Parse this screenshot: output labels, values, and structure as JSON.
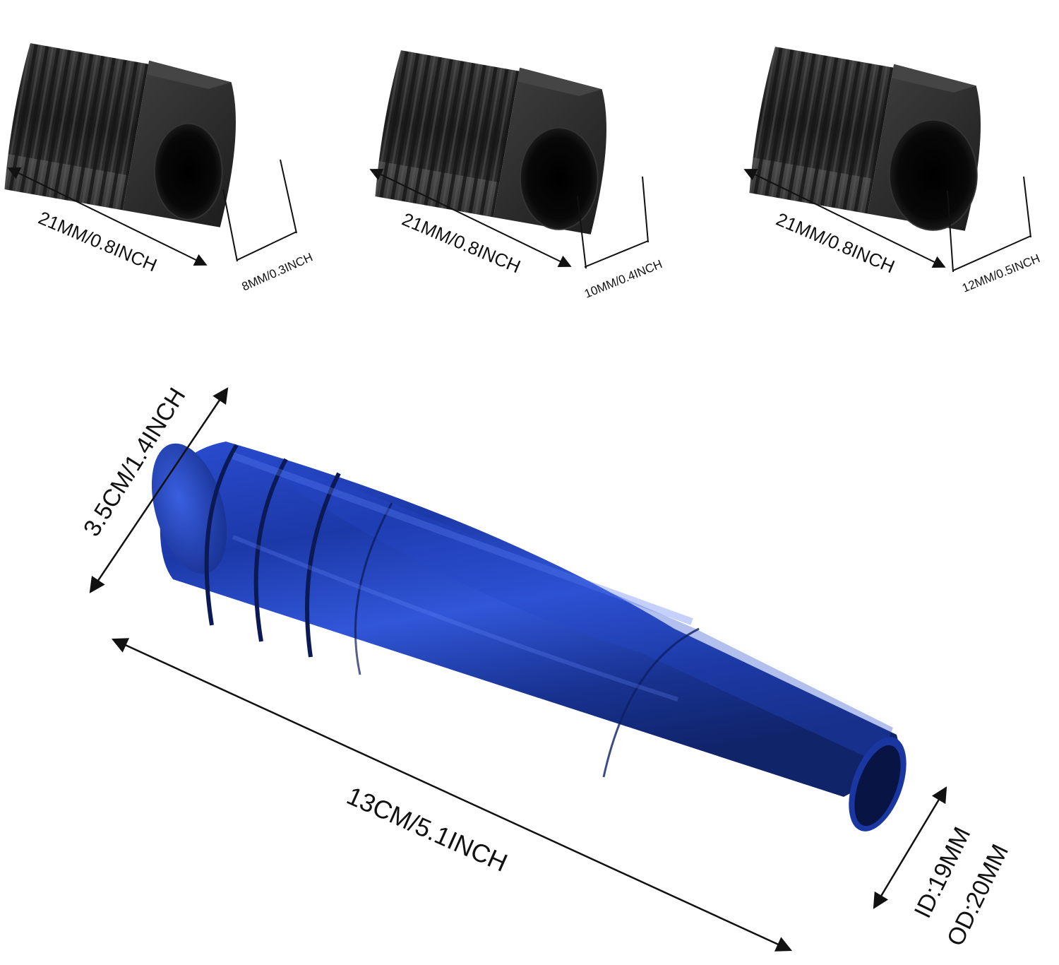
{
  "adapters": [
    {
      "length_label": "21MM/0.8INCH",
      "bore_label": "8MM/0.3INCH"
    },
    {
      "length_label": "21MM/0.8INCH",
      "bore_label": "10MM/0.4INCH"
    },
    {
      "length_label": "21MM/0.8INCH",
      "bore_label": "12MM/0.5INCH"
    }
  ],
  "knob": {
    "diameter_label": "3.5CM/1.4INCH",
    "length_label": "13CM/5.1INCH",
    "inner_diameter_label": "ID:19MM",
    "outer_diameter_label": "OD:20MM"
  },
  "colors": {
    "knob_blue": "#1f3fb0",
    "adapter_black": "#2a2a2a",
    "line": "#111111"
  }
}
